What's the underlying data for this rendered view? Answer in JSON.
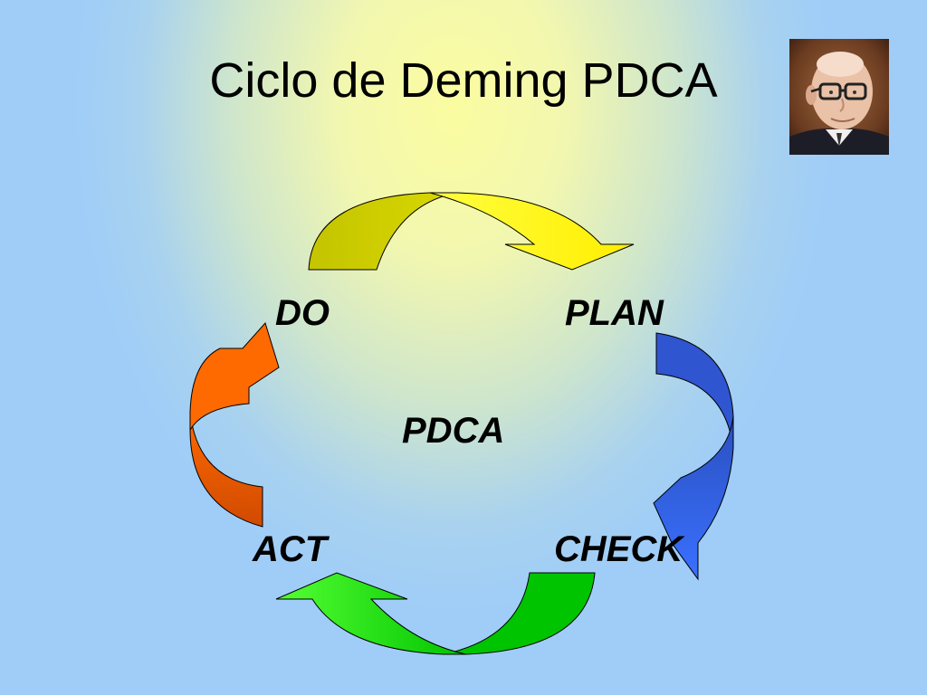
{
  "slide": {
    "title": "Ciclo de Deming PDCA"
  },
  "portrait": {
    "icon": "deming-portrait-icon"
  },
  "cycle": {
    "center_label": "PDCA",
    "stages": [
      {
        "key": "do",
        "label": "DO",
        "arrow_color": "#cccc00"
      },
      {
        "key": "plan",
        "label": "PLAN",
        "arrow_color": "#ffff00"
      },
      {
        "key": "check",
        "label": "CHECK",
        "arrow_color": "#3366ff"
      },
      {
        "key": "act",
        "label": "ACT",
        "arrow_color": "#33dd00"
      }
    ],
    "act_to_do_arrow_color": "#ff6600"
  }
}
